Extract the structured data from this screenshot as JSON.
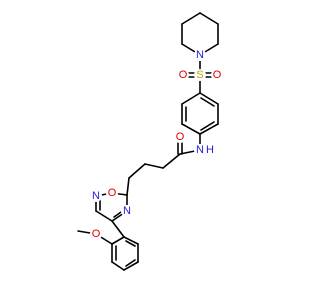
{
  "molecule": {
    "atom_labels": {
      "piperidine_n": "N",
      "sulfonyl_s": "S",
      "sulfonyl_o_left": "O",
      "sulfonyl_o_right": "O",
      "amide_n": "N",
      "amide_h": "H",
      "amide_o": "O",
      "oxadiazole_o": "O",
      "oxadiazole_n_top": "N",
      "oxadiazole_n_bottom": "N",
      "methoxy_o": "O"
    },
    "colors": {
      "bond": "#000000",
      "nitrogen": "#1f1fe0",
      "oxygen": "#e00000",
      "sulfur": "#b5a800",
      "hydrogen": "#1f1fe0"
    }
  }
}
